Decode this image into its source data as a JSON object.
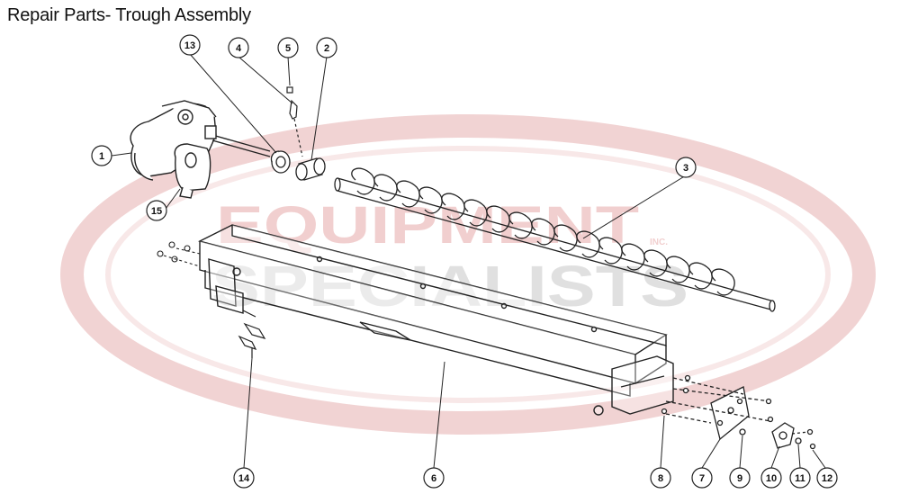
{
  "title": "Repair Parts- Trough Assembly",
  "watermark": {
    "line1": "EQUIPMENT",
    "line2": "SPECIALISTS",
    "suffix": "INC.",
    "color_red": "#e8b4b4",
    "color_gray": "#cfcfcf"
  },
  "callouts": [
    "1",
    "2",
    "3",
    "4",
    "5",
    "6",
    "7",
    "8",
    "9",
    "10",
    "11",
    "12",
    "13",
    "14",
    "15"
  ],
  "colors": {
    "line": "#222222",
    "fill": "#ffffff"
  }
}
